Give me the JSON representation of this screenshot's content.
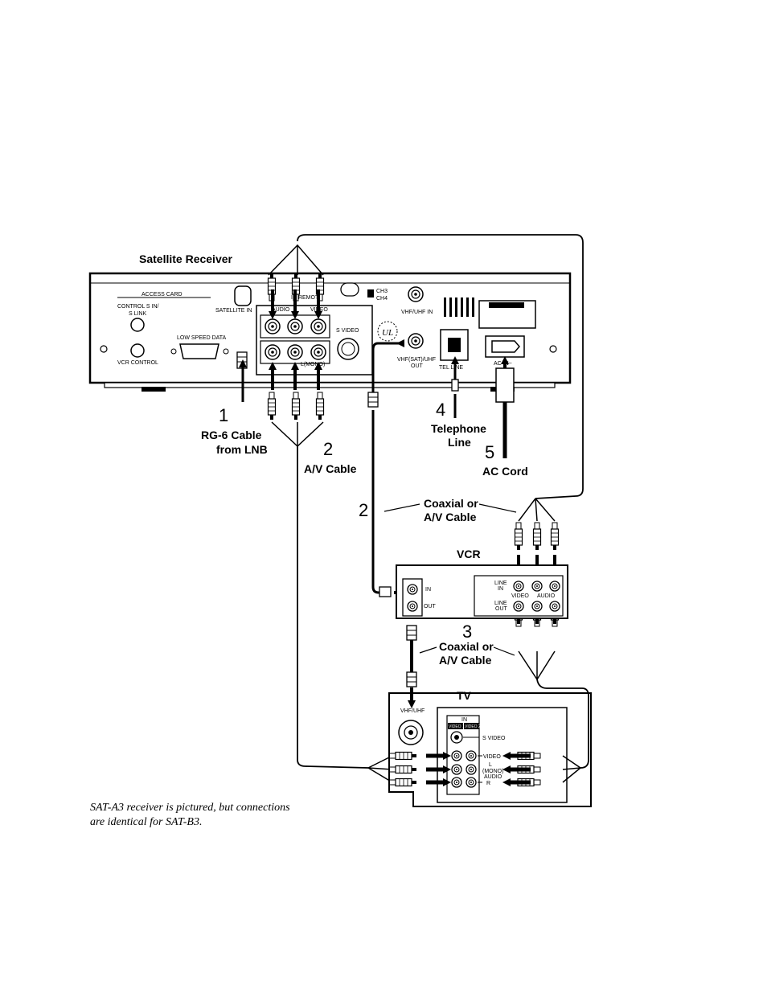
{
  "labels": {
    "satellite_receiver": "Satellite Receiver",
    "vcr": "VCR",
    "tv": "TV",
    "rg6_line1": "RG-6 Cable",
    "rg6_line2": "from LNB",
    "av_cable": "A/V Cable",
    "coax_line1": "Coaxial or",
    "coax_line2": "A/V Cable",
    "telephone_line1": "Telephone",
    "telephone_line2": "Line",
    "ac_cord": "AC Cord"
  },
  "step_numbers": {
    "rg6": "1",
    "av_cable": "2",
    "coax_vcr": "2",
    "coax_tv": "3",
    "telephone": "4",
    "ac_cord": "5"
  },
  "receiver_panel": {
    "access_card": "ACCESS CARD",
    "control_s_in": "CONTROL S IN/",
    "s_link": "S LINK",
    "vcr_control": "VCR CONTROL",
    "low_speed_data": "LOW SPEED DATA",
    "satellite_in": "SATELLITE IN",
    "audio": "AUDIO",
    "video": "VIDEO",
    "ir_remote": "IR REMOTE",
    "mono": "L(MONO)",
    "s_video": "S VIDEO",
    "ch3": "CH3",
    "ch4": "CH4",
    "vhf_uhf_in": "VHF/UHF IN",
    "vhf_sat_uhf_out_1": "VHF(SAT)/UHF",
    "vhf_sat_uhf_out_2": "OUT",
    "tel_line": "TEL LINE",
    "ac_in": "AC IN~",
    "ul_mark": "UL"
  },
  "vcr_panel": {
    "in": "IN",
    "out": "OUT",
    "line_in_1": "LINE",
    "line_in_2": "IN",
    "line_out_1": "LINE",
    "line_out_2": "OUT",
    "video": "VIDEO",
    "audio": "AUDIO"
  },
  "tv_panel": {
    "vhf_uhf": "VHF/UHF",
    "in": "IN",
    "video1": "VIDEO 1",
    "video2": "VIDEO 2",
    "s_video": "S VIDEO",
    "video": "VIDEO",
    "l": "L",
    "mono": "(MONO)",
    "audio": "AUDIO",
    "r": "R"
  },
  "caption": {
    "line1": "SAT-A3 receiver is pictured, but connections",
    "line2": "are identical for SAT-B3."
  }
}
